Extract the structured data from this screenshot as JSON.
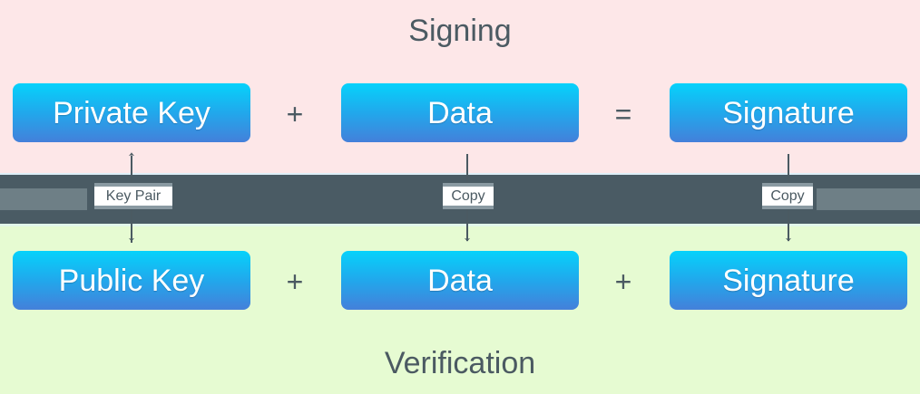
{
  "signing": {
    "title": "Signing",
    "items": [
      "Private Key",
      "Data",
      "Signature"
    ],
    "operators": [
      "+",
      "="
    ]
  },
  "verification": {
    "title": "Verification",
    "items": [
      "Public Key",
      "Data",
      "Signature"
    ],
    "operators": [
      "+",
      "+"
    ]
  },
  "connectors": [
    {
      "label": "Key Pair",
      "direction": "bidirectional"
    },
    {
      "label": "Copy",
      "direction": "down"
    },
    {
      "label": "Copy",
      "direction": "down"
    }
  ],
  "colors": {
    "signing_bg": "#fde7e8",
    "verification_bg": "#e6fbd2",
    "band": "#4a5b64",
    "box_top": "#06d2fb",
    "box_bottom": "#4480da",
    "text": "#4b5a62"
  }
}
